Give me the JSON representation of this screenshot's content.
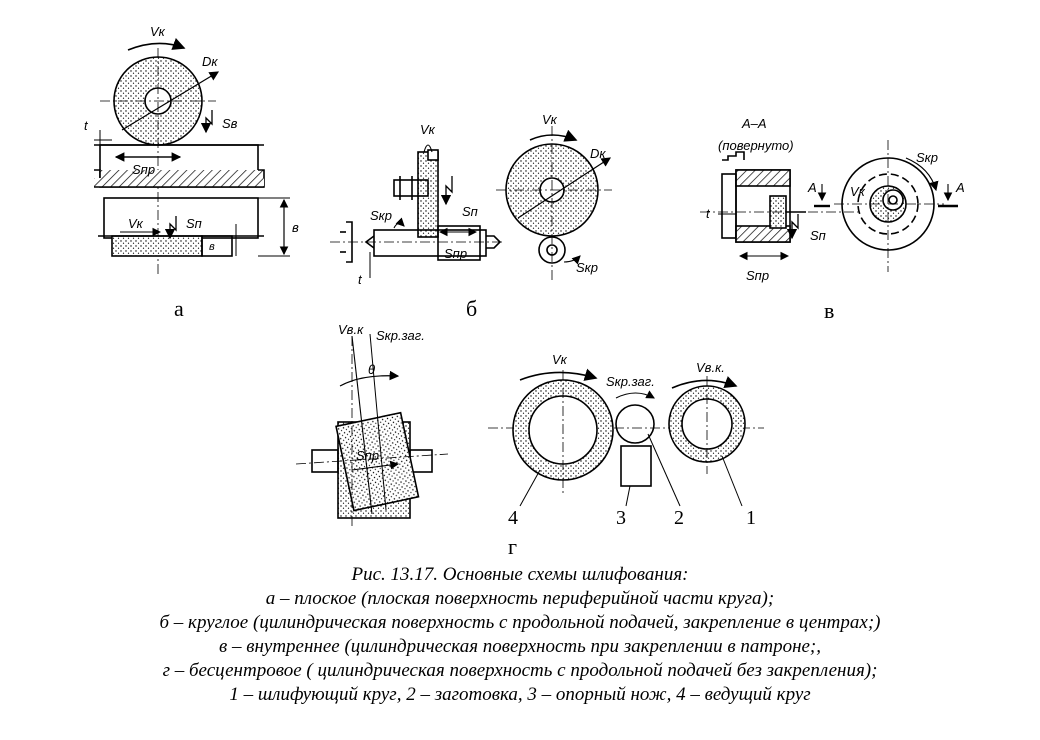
{
  "subfigures": {
    "a": "а",
    "b": "б",
    "v": "в",
    "g": "г"
  },
  "labels": {
    "a": {
      "vk": "Vк",
      "dk": "Dк",
      "sv": "Sв",
      "t": "t",
      "spr": "Sпр",
      "sp": "Sп",
      "vk2": "Vк",
      "b": "в",
      "b_small": "в"
    },
    "b": {
      "vk": "Vк",
      "sp": "Sп",
      "skr": "Sкр",
      "spr": "Sпр",
      "t": "t",
      "vk2": "Vк",
      "dk": "Dк",
      "skr2": "Sкр"
    },
    "v": {
      "section": "А–А",
      "rotated": "(повернуто)",
      "a_left": "А",
      "a_right": "А",
      "t": "t",
      "sp": "Sп",
      "spr": "Sпр",
      "vk": "Vк",
      "skr": "Sкр"
    },
    "g": {
      "vvk": "Vв.к",
      "skr_zag": "Sкр.заг.",
      "theta": "θ",
      "spr": "Sпр",
      "vk": "Vк",
      "skr_zag2": "Sкр.заг.",
      "vvk2": "Vв.к.",
      "n4": "4",
      "n3": "3",
      "n2": "2",
      "n1": "1"
    }
  },
  "caption": {
    "line1": "Рис. 13.17. Основные схемы шлифования:",
    "line2": "а – плоское (плоская поверхность периферийной части круга);",
    "line3": "б – круглое (цилиндрическая поверхность с продольной подачей, закрепление в центрах;)",
    "line4": "в – внутреннее (цилиндрическая поверхность при закреплении в патроне;,",
    "line5": "г  – бесцентровое ( цилиндрическая поверхность с продольной подачей без закрепления);",
    "line6": "1 – шлифующий круг, 2 – заготовка, 3 – опорный нож, 4 – ведущий круг"
  }
}
